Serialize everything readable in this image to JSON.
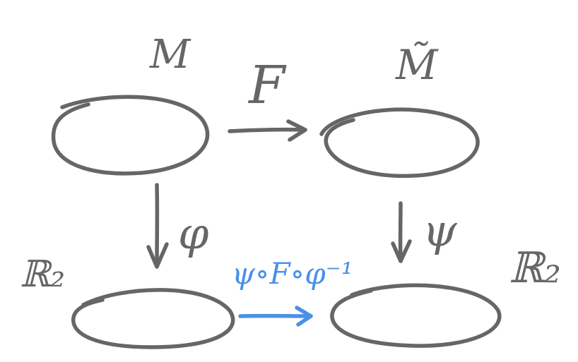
{
  "colors": {
    "ink": "#666666",
    "blue": "#4a90e8"
  },
  "labels": {
    "manifold_m": "M",
    "manifold_m_tilde": "M̃",
    "map_f": "F",
    "chart_left": "φ",
    "chart_right": "ψ",
    "plane_left": "ℝ₂",
    "plane_right": "ℝ₂",
    "composite_map": "ψ∘F∘φ⁻¹"
  }
}
